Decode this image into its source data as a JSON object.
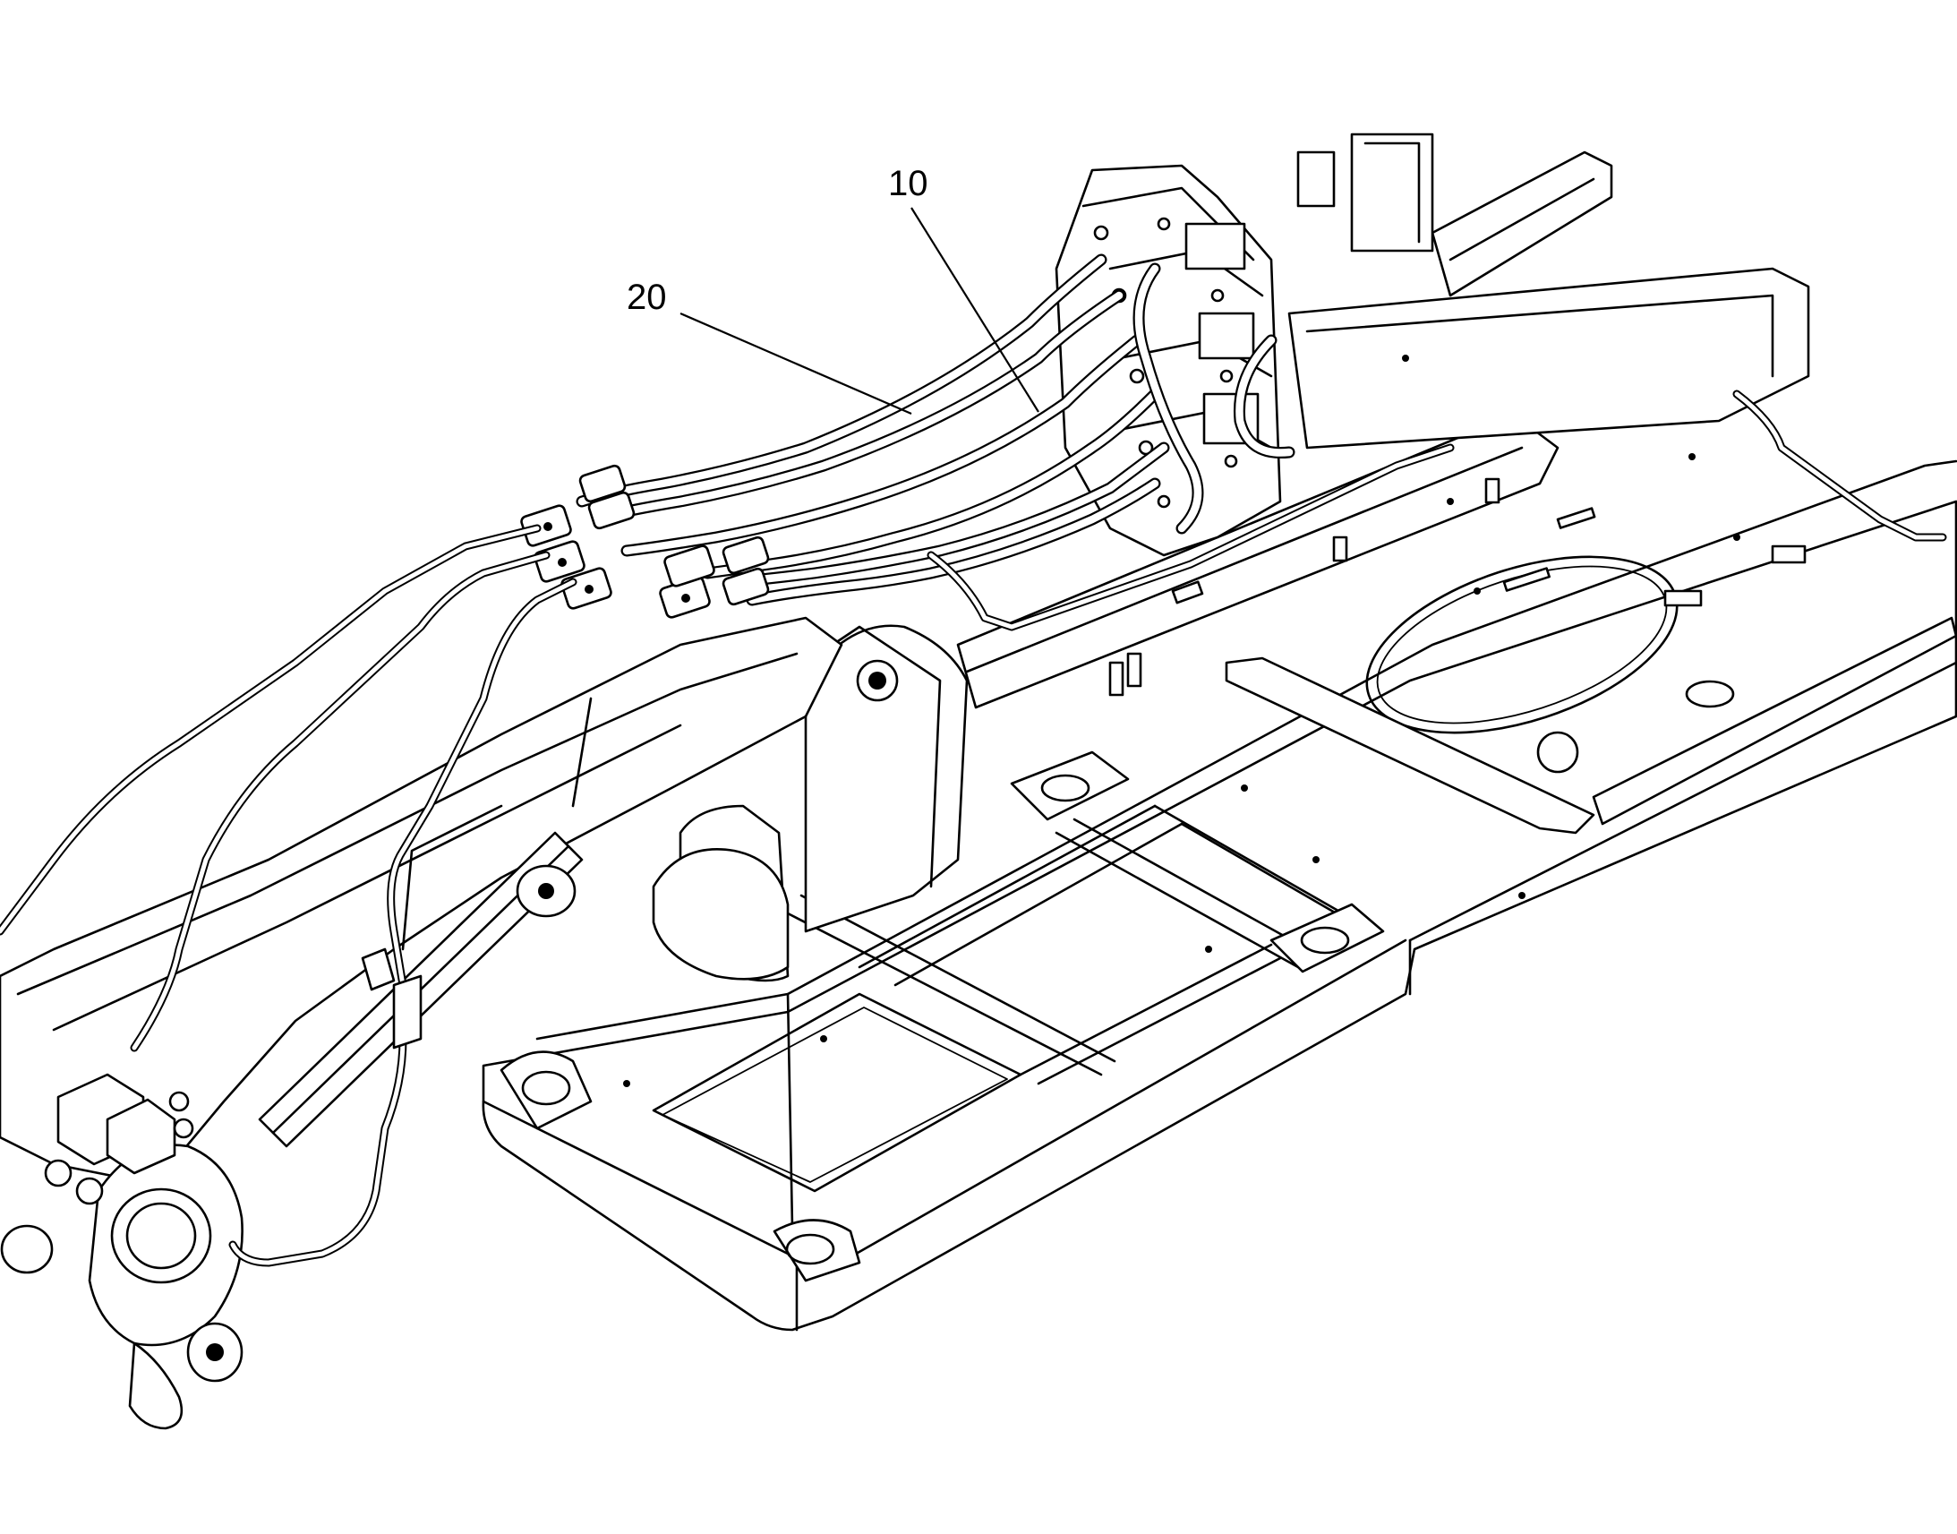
{
  "callouts": [
    {
      "id": "10",
      "label": "10"
    },
    {
      "id": "20",
      "label": "20"
    }
  ],
  "colors": {
    "ink": "#000000",
    "paper": "#ffffff"
  }
}
